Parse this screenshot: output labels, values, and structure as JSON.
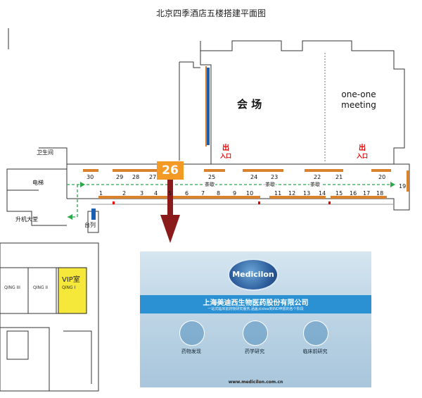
{
  "title": "北京四季酒店五楼搭建平面图",
  "rooms": {
    "hall": "会  场",
    "meeting_line1": "one-one",
    "meeting_line2": "meeting",
    "toilet": "卫生间",
    "elevator": "电梯",
    "lobby": "升机大堂",
    "stage": "台列",
    "vip": "VIP室",
    "qing3": "QING III",
    "qing2": "QING II",
    "qing1": "QING I"
  },
  "exits": [
    {
      "label_top": "出",
      "label_bottom": "入口"
    },
    {
      "label_top": "出",
      "label_bottom": "入口"
    }
  ],
  "tea_breaks": [
    "茶歇",
    "茶歇",
    "茶歇"
  ],
  "booths": [
    "1",
    "2",
    "3",
    "4",
    "5",
    "6",
    "7",
    "8",
    "9",
    "10",
    "11",
    "12",
    "13",
    "14",
    "15",
    "16",
    "17",
    "18",
    "19",
    "20",
    "21",
    "22",
    "23",
    "24",
    "25",
    "27",
    "28",
    "29",
    "30"
  ],
  "highlight_booth": "26",
  "colors": {
    "booth_bar": "#d9822b",
    "highlight": "#f39a25",
    "arrow": "#8b1a1a",
    "path": "#2aa84a",
    "vip": "#f5e83a",
    "stage_blue": "#1b5fb5",
    "exit_red": "#e00000"
  },
  "banner": {
    "logo": "Medicilon",
    "company": "上海美迪西生物医药股份有限公司",
    "slogan": "一站式临床前药物研究服务,涵盖从idea到IND申报的各个阶段",
    "services": [
      "药物发现",
      "药学研究",
      "临床前研究"
    ],
    "url": "www.medicilon.com.cn"
  }
}
